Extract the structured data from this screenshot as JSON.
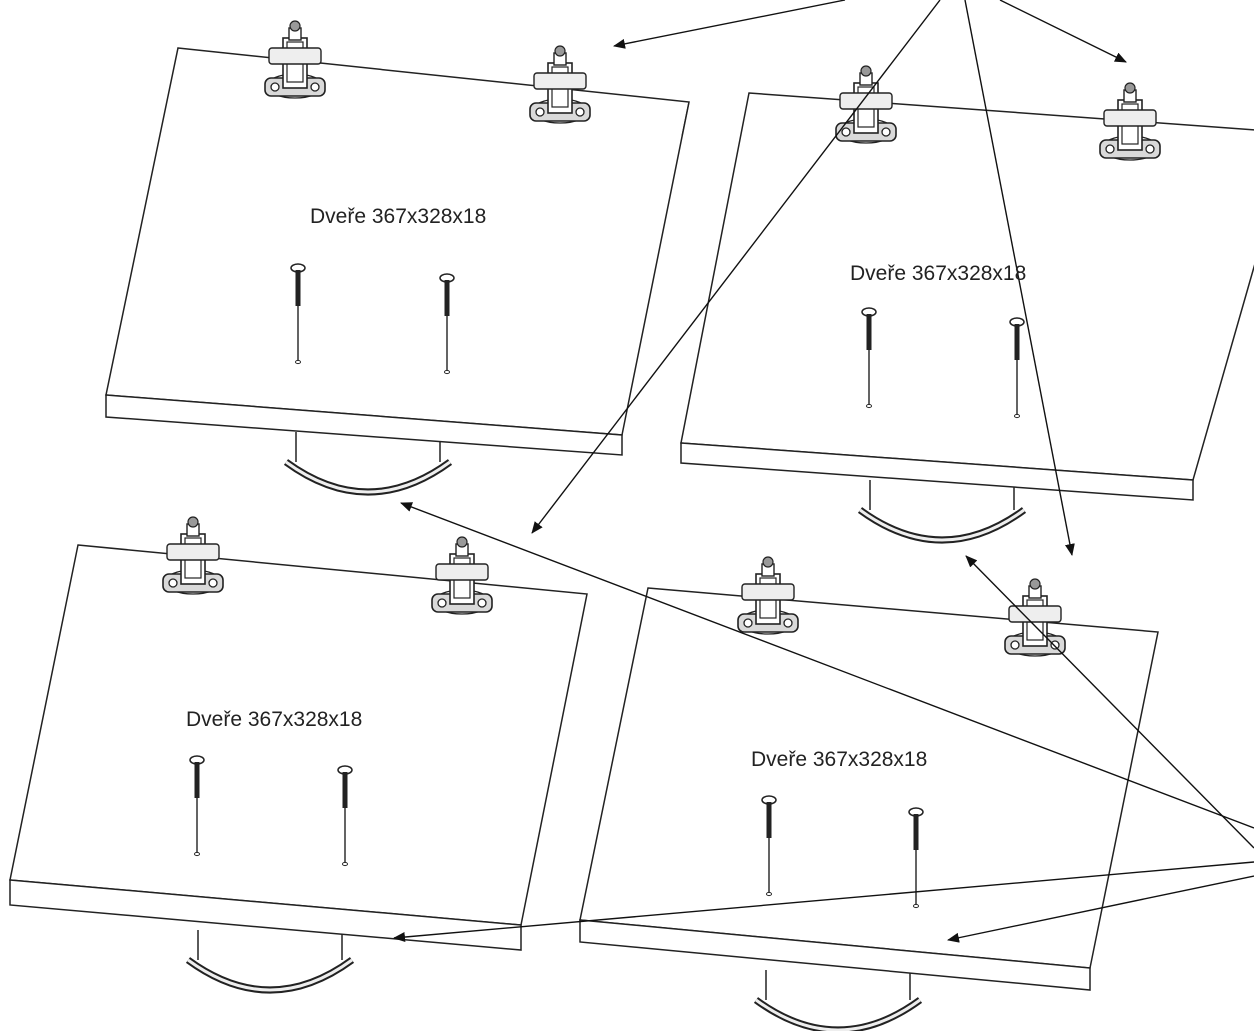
{
  "panels": [
    {
      "label": "Dveře 367x328x18"
    },
    {
      "label": "Dveře 367x328x18"
    },
    {
      "label": "Dveře 367x328x18"
    },
    {
      "label": "Dveře 367x328x18"
    }
  ],
  "colors": {
    "line": "#222222",
    "fill": "#ffffff",
    "hinge_fill": "#d9d9d9"
  }
}
